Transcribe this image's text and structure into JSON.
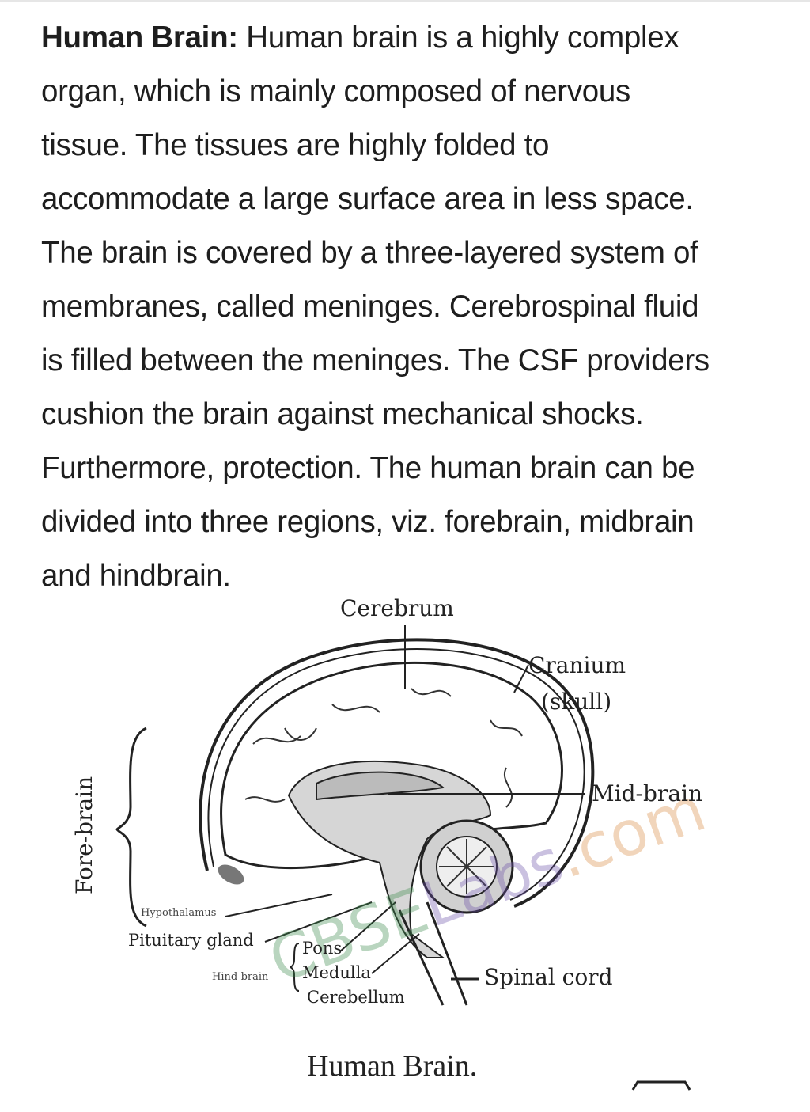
{
  "paragraph": {
    "lead": "Human Brain:",
    "lines": [
      " Human brain is a highly complex",
      "organ, which is mainly composed of nervous",
      "tissue. The tissues are highly folded to",
      "accommodate a large surface area in less space.",
      "The brain is covered by a three-layered system of",
      "membranes, called meninges. Cerebrospinal fluid",
      "is filled between the meninges. The CSF providers",
      "cushion the brain against mechanical shocks.",
      "Furthermore, protection. The human brain can be",
      "divided into three regions, viz. forebrain, midbrain",
      "and hindbrain."
    ]
  },
  "figure": {
    "labels": {
      "cerebrum": "Cerebrum",
      "cranium": "Cranium",
      "skull": "(skull)",
      "midbrain": "Mid-brain",
      "forebrain": "Fore-brain",
      "hypothalamus": "Hypothalamus",
      "pituitary": "Pituitary gland",
      "pons": "Pons",
      "hindbrain": "Hind-brain",
      "medulla": "Medulla",
      "cerebellum": "Cerebellum",
      "spinal_cord": "Spinal cord"
    },
    "caption": "Human Brain.",
    "watermark": {
      "part1": "CBSE",
      "part2": "Labs",
      "part3": ".com"
    }
  }
}
